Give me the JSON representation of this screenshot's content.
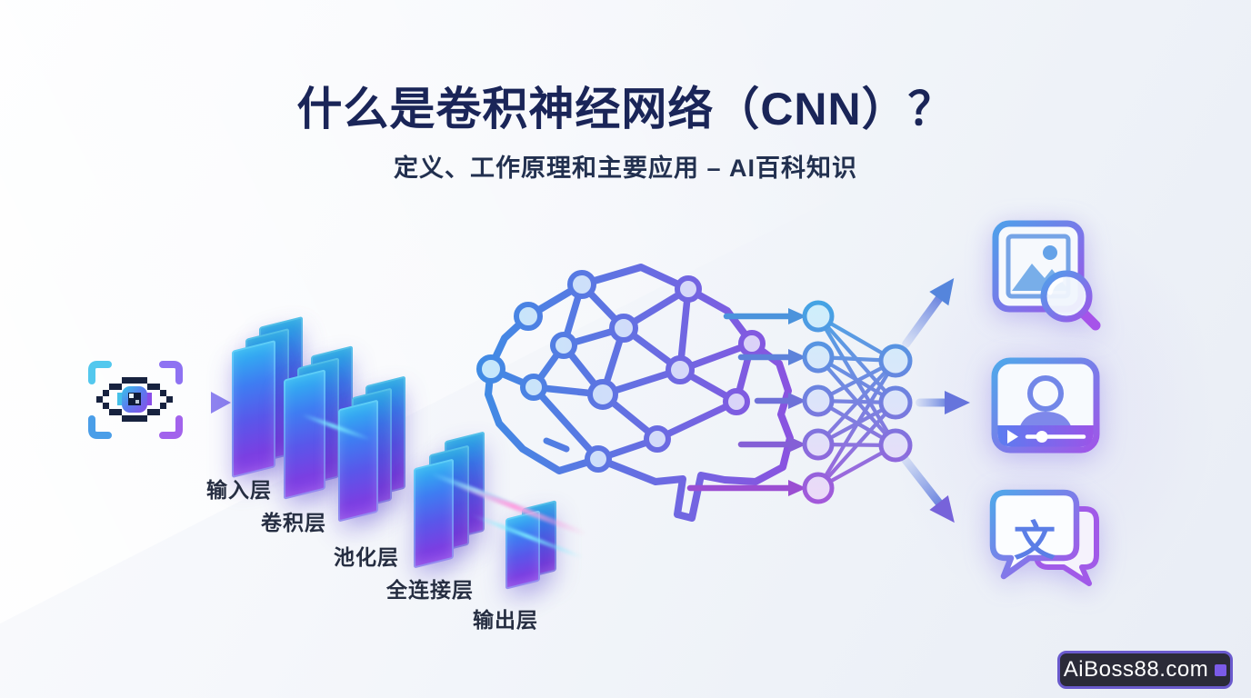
{
  "header": {
    "title": "什么是卷积神经网络（CNN）？",
    "subtitle": "定义、工作原理和主要应用 – AI百科知识"
  },
  "pipeline": {
    "input_icon": "pixel-eye-scan-icon",
    "layers": [
      {
        "label": "输入层"
      },
      {
        "label": "卷积层"
      },
      {
        "label": "池化层"
      },
      {
        "label": "全连接层"
      },
      {
        "label": "输出层"
      }
    ],
    "brain_icon": "neural-network-brain-icon",
    "network": {
      "input_nodes": 5,
      "output_nodes": 3
    }
  },
  "applications": [
    {
      "icon": "image-search-icon"
    },
    {
      "icon": "video-player-person-icon"
    },
    {
      "icon": "translate-chat-icon",
      "glyph": "文"
    }
  ],
  "watermark": {
    "text": "AiBoss88.com"
  },
  "colors": {
    "title": "#1a2558",
    "accent_blue": "#3e7df2",
    "accent_purple": "#8a46e6",
    "accent_cyan": "#53c8ee",
    "watermark_bg": "#2b2b38",
    "watermark_border": "#6a5acd"
  }
}
